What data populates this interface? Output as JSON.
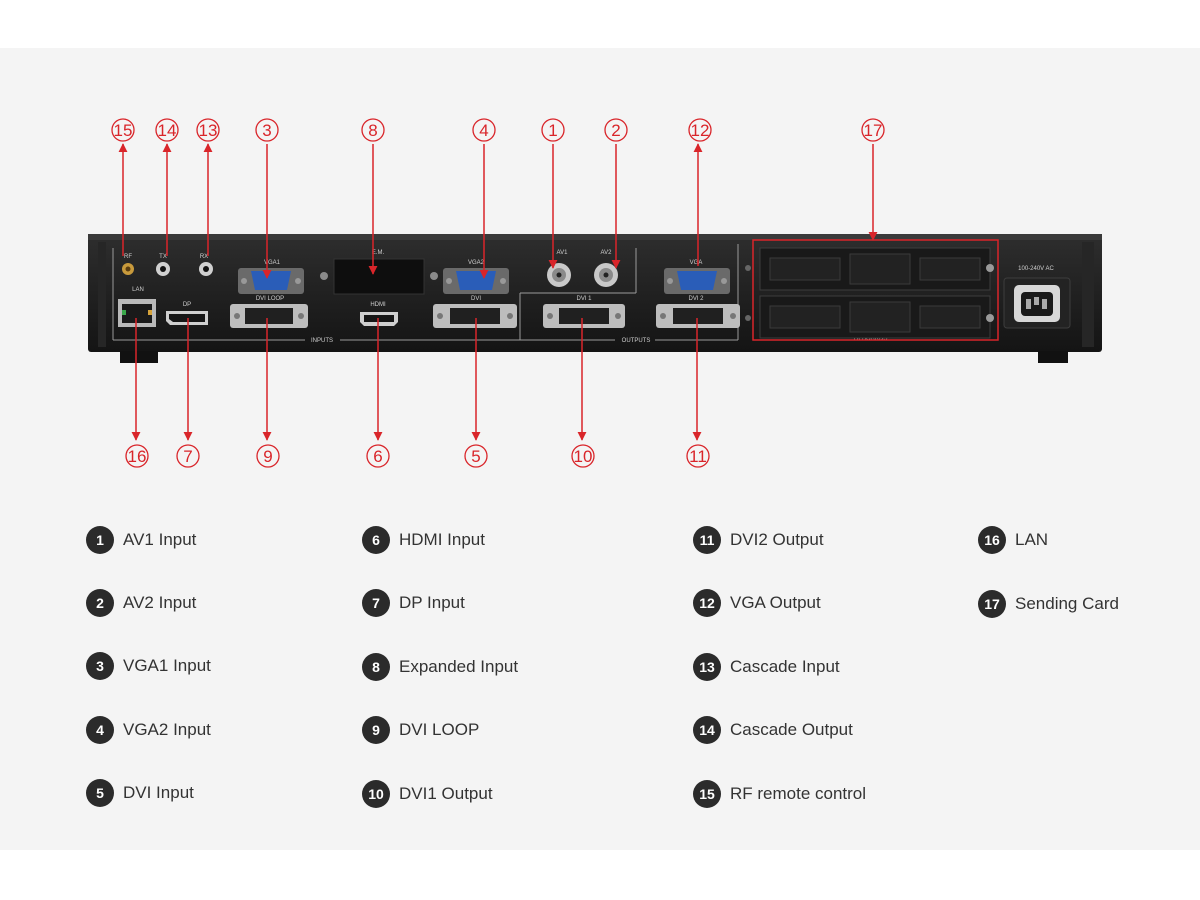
{
  "panel_labels": {
    "rf": "RF",
    "tx": "TX",
    "rx": "RX",
    "lan": "LAN",
    "dp": "DP",
    "vga1": "VGA1",
    "dvi_loop": "DVI LOOP",
    "em": "E.M.",
    "hdmi": "HDMI",
    "vga2": "VGA2",
    "dvi": "DVI",
    "inputs": "INPUTS",
    "av1": "AV1",
    "av2": "AV2",
    "dvi1": "DVI 1",
    "outputs": "OUTPUTS",
    "vga": "VGA",
    "dvi2": "DVI 2",
    "tx_boards": "TX BOARDS",
    "power": "100-240V AC"
  },
  "callouts": {
    "c1": "1",
    "c2": "2",
    "c3": "3",
    "c4": "4",
    "c5": "5",
    "c6": "6",
    "c7": "7",
    "c8": "8",
    "c9": "9",
    "c10": "10",
    "c11": "11",
    "c12": "12",
    "c13": "13",
    "c14": "14",
    "c15": "15",
    "c16": "16",
    "c17": "17"
  },
  "legend": [
    {
      "num": "1",
      "label": "AV1 Input"
    },
    {
      "num": "2",
      "label": "AV2 Input"
    },
    {
      "num": "3",
      "label": "VGA1 Input"
    },
    {
      "num": "4",
      "label": "VGA2 Input"
    },
    {
      "num": "5",
      "label": "DVI Input"
    },
    {
      "num": "6",
      "label": "HDMI Input"
    },
    {
      "num": "7",
      "label": "DP Input"
    },
    {
      "num": "8",
      "label": "Expanded Input"
    },
    {
      "num": "9",
      "label": "DVI LOOP"
    },
    {
      "num": "10",
      "label": "DVI1 Output"
    },
    {
      "num": "11",
      "label": "DVI2 Output"
    },
    {
      "num": "12",
      "label": "VGA Output"
    },
    {
      "num": "13",
      "label": "Cascade Input"
    },
    {
      "num": "14",
      "label": "Cascade Output"
    },
    {
      "num": "15",
      "label": "RF remote control"
    },
    {
      "num": "16",
      "label": "LAN"
    },
    {
      "num": "17",
      "label": "Sending Card"
    }
  ],
  "colors": {
    "callout": "#d9252a",
    "device_body": "#1c1c1c",
    "panel_line": "#9a9a9a",
    "legend_badge": "#2b2b2b"
  }
}
